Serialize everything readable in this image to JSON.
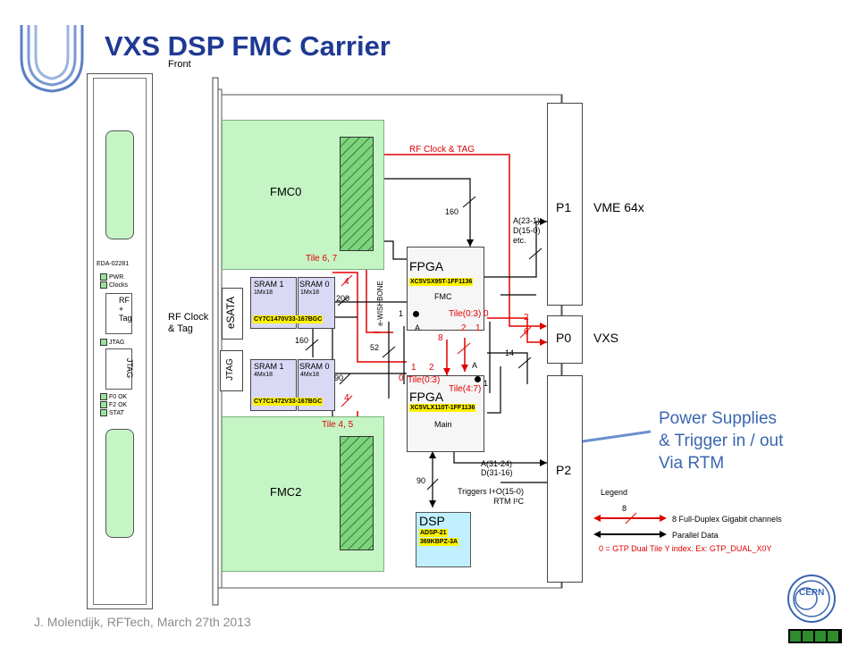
{
  "header": {
    "title": "VXS DSP FMC Carrier"
  },
  "footer": {
    "text": "J. Molendijk, RFTech, March 27th 2013"
  },
  "note": {
    "text": "Power Supplies\n& Trigger in / out\nVia RTM"
  },
  "diagram": {
    "front_label": "Front",
    "fmc0_label": "FMC0",
    "fmc2_label": "FMC2",
    "esata_label": "eSATA",
    "jtag_label": "JTAG",
    "rf_clock_side": "RF Clock\n& Tag",
    "rf_clock_top": "RF Clock & TAG",
    "fpga_top": {
      "title": "FPGA",
      "part": "XC5VSX95T-1FF1136",
      "sub": "FMC",
      "tile": "Tile(0:3)"
    },
    "fpga_bottom": {
      "title": "FPGA",
      "part": "XC5VLX110T-1FF1136",
      "sub": "Main",
      "tile1": "Tile(0:3)",
      "tile2": "Tile(4:7)"
    },
    "sram_top_1": {
      "name": "SRAM 1",
      "size": "1Mx18"
    },
    "sram_top_0": {
      "name": "SRAM 0",
      "size": "1Mx18"
    },
    "sram_top_part": "CY7C1470V33-167BGC",
    "sram_bot_1": {
      "name": "SRAM 1",
      "size": "4Mx18"
    },
    "sram_bot_0": {
      "name": "SRAM 0",
      "size": "4Mx18"
    },
    "sram_bot_part": "CY7C1472V33-167BGC",
    "dsp": {
      "title": "DSP",
      "part1": "ADSP-21",
      "part2": "369KBPZ-3A"
    },
    "connectors": {
      "p1": "P1",
      "p0": "P0",
      "p2": "P2"
    },
    "right_labels": {
      "vme": "VME 64x",
      "vxs": "VXS"
    },
    "bus_labels": {
      "n160_top": "160",
      "n200": "200",
      "n160_mid": "160",
      "n52": "52",
      "n90_a": "90",
      "n90_b": "90",
      "n14": "14",
      "n4_top": "4",
      "n4_bot": "4",
      "n8": "8",
      "n2": "2",
      "n6": "6",
      "n0_top": "0",
      "n0_bot": "0",
      "n1_a": "1",
      "n1_b": "1",
      "n1_c": "1",
      "n1_d": "1",
      "n2_a": "2",
      "n2_b": "2",
      "na": "A",
      "nb": "A",
      "ewb": "e-WISHBONE"
    },
    "tile67": "Tile 6, 7",
    "tile45": "Tile 4, 5",
    "p1_bus": "A(23-1)\nD(15-0)\netc.",
    "p2_bus": "A(31-24)\nD(31-16)",
    "triggers": "Triggers I+O(15-0)\nRTM I²C",
    "legend": {
      "title": "Legend",
      "count": "8",
      "gigabit": "8 Full-Duplex Gigabit channels",
      "parallel": "Parallel Data",
      "gtp": "0 = GTP Dual Tile Y index. Ex: GTP_DUAL_X0Y"
    },
    "front_panel": {
      "board_id": "EDA-02281",
      "pwr": "PWR",
      "clocks": "Clocks",
      "rf_tag": "RF\n+\nTag",
      "jtag": "JTAG",
      "jtag_v": "JTAG",
      "f0ok": "F0 OK",
      "f2ok": "F2 OK",
      "stat": "STAT"
    },
    "cern_logo": "CERN"
  },
  "colors": {
    "title": "#1f3a93",
    "red_line": "#e00000",
    "green_fill": "#c5f5c5",
    "part_yellow": "#fff200",
    "note_blue": "#3a66b0"
  }
}
